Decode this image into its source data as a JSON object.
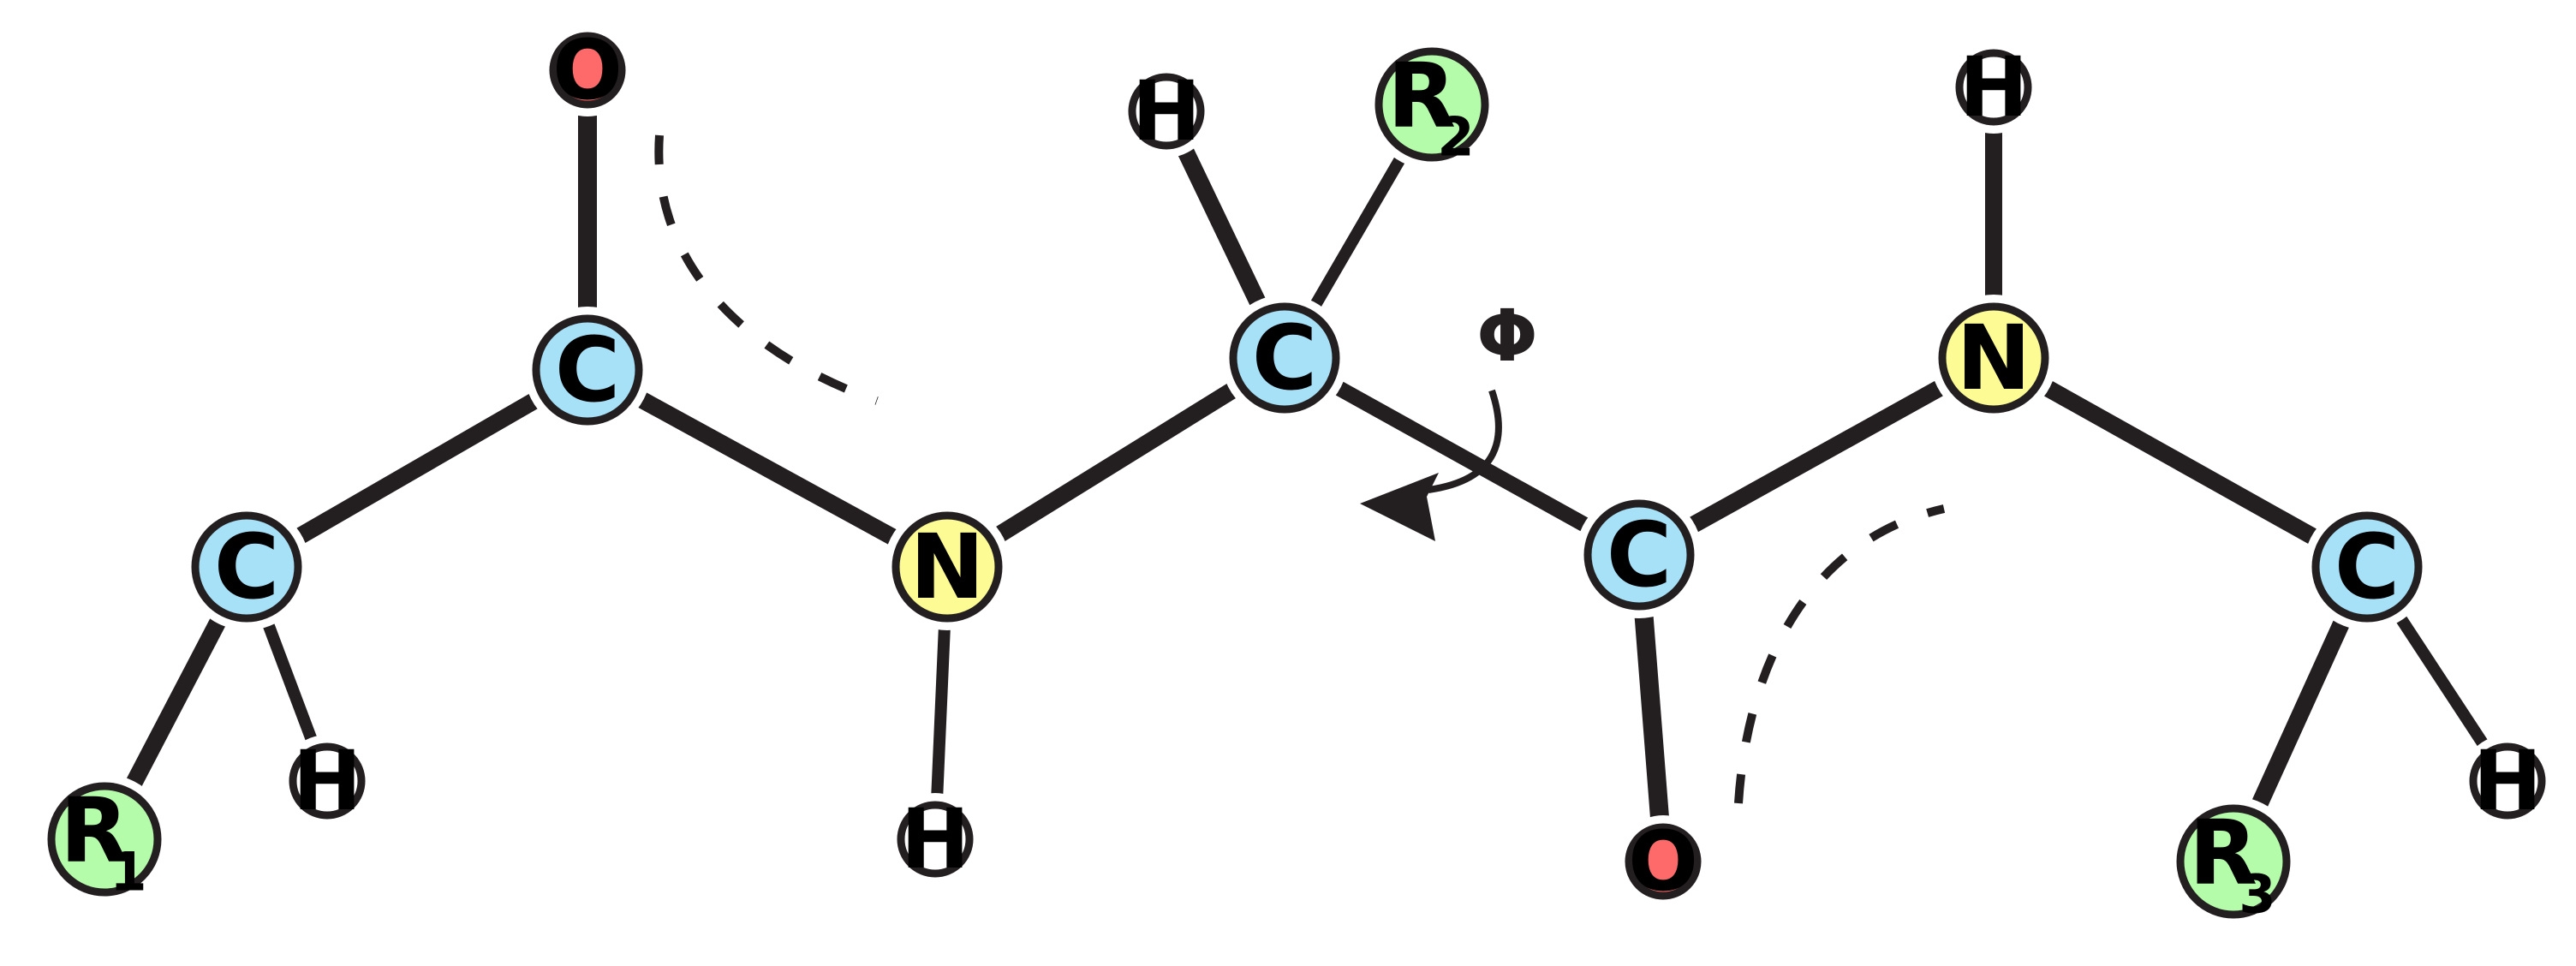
{
  "colors": {
    "carbon": "#a6e1f8",
    "nitrogen": "#fdfb94",
    "oxygen": "#fe6a6a",
    "hydrogen": "#ffffff",
    "r_group": "#b4fbaa",
    "outline": "#231f20"
  },
  "atoms": [
    {
      "id": "c1",
      "element": "C",
      "label": "C",
      "sub": "",
      "role": "carbon"
    },
    {
      "id": "r1",
      "element": "R",
      "label": "R",
      "sub": "1",
      "role": "r_group"
    },
    {
      "id": "h1",
      "element": "H",
      "label": "H",
      "sub": "",
      "role": "hydrogen"
    },
    {
      "id": "c2",
      "element": "C",
      "label": "C",
      "sub": "",
      "role": "carbon"
    },
    {
      "id": "o1",
      "element": "O",
      "label": "O",
      "sub": "",
      "role": "oxygen"
    },
    {
      "id": "n1",
      "element": "N",
      "label": "N",
      "sub": "",
      "role": "nitrogen"
    },
    {
      "id": "h2",
      "element": "H",
      "label": "H",
      "sub": "",
      "role": "hydrogen"
    },
    {
      "id": "c3",
      "element": "C",
      "label": "C",
      "sub": "",
      "role": "carbon"
    },
    {
      "id": "h3",
      "element": "H",
      "label": "H",
      "sub": "",
      "role": "hydrogen"
    },
    {
      "id": "r2",
      "element": "R",
      "label": "R",
      "sub": "2",
      "role": "r_group"
    },
    {
      "id": "c4",
      "element": "C",
      "label": "C",
      "sub": "",
      "role": "carbon"
    },
    {
      "id": "o2",
      "element": "O",
      "label": "O",
      "sub": "",
      "role": "oxygen"
    },
    {
      "id": "n2",
      "element": "N",
      "label": "N",
      "sub": "",
      "role": "nitrogen"
    },
    {
      "id": "h4",
      "element": "H",
      "label": "H",
      "sub": "",
      "role": "hydrogen"
    },
    {
      "id": "c5",
      "element": "C",
      "label": "C",
      "sub": "",
      "role": "carbon"
    },
    {
      "id": "r3",
      "element": "R",
      "label": "R",
      "sub": "3",
      "role": "r_group"
    },
    {
      "id": "h5",
      "element": "H",
      "label": "H",
      "sub": "",
      "role": "hydrogen"
    }
  ],
  "bonds": [
    {
      "from": "c1",
      "to": "c2"
    },
    {
      "from": "c1",
      "to": "r1"
    },
    {
      "from": "c1",
      "to": "h1"
    },
    {
      "from": "c2",
      "to": "o1"
    },
    {
      "from": "c2",
      "to": "n1"
    },
    {
      "from": "n1",
      "to": "h2"
    },
    {
      "from": "n1",
      "to": "c3"
    },
    {
      "from": "c3",
      "to": "h3"
    },
    {
      "from": "c3",
      "to": "r2"
    },
    {
      "from": "c3",
      "to": "c4"
    },
    {
      "from": "c4",
      "to": "o2"
    },
    {
      "from": "c4",
      "to": "n2"
    },
    {
      "from": "n2",
      "to": "h4"
    },
    {
      "from": "n2",
      "to": "c5"
    },
    {
      "from": "c5",
      "to": "r3"
    },
    {
      "from": "c5",
      "to": "h5"
    }
  ],
  "hydrogen_bonds": [
    {
      "between": [
        "o1",
        "n1"
      ]
    },
    {
      "between": [
        "o2",
        "n2"
      ]
    }
  ],
  "torsion": {
    "symbol": "Φ",
    "bond": [
      "c3",
      "c4"
    ]
  }
}
